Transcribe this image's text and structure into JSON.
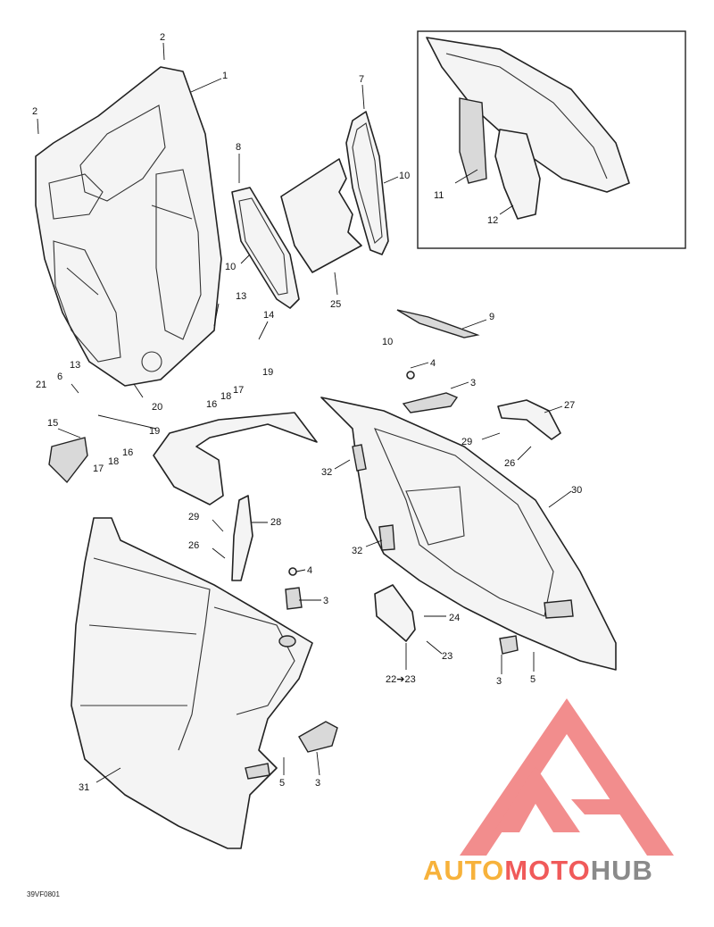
{
  "figure": {
    "reference_code": "39VF0801"
  },
  "callouts": [
    {
      "id": "c1",
      "text": "1"
    },
    {
      "id": "c2a",
      "text": "2"
    },
    {
      "id": "c2b",
      "text": "2"
    },
    {
      "id": "c3a",
      "text": "3"
    },
    {
      "id": "c3b",
      "text": "3"
    },
    {
      "id": "c3c",
      "text": "3"
    },
    {
      "id": "c3d",
      "text": "3"
    },
    {
      "id": "c4a",
      "text": "4"
    },
    {
      "id": "c4b",
      "text": "4"
    },
    {
      "id": "c5a",
      "text": "5"
    },
    {
      "id": "c5b",
      "text": "5"
    },
    {
      "id": "c6",
      "text": "6"
    },
    {
      "id": "c7",
      "text": "7"
    },
    {
      "id": "c8",
      "text": "8"
    },
    {
      "id": "c9",
      "text": "9"
    },
    {
      "id": "c10a",
      "text": "10"
    },
    {
      "id": "c10b",
      "text": "10"
    },
    {
      "id": "c10c",
      "text": "10"
    },
    {
      "id": "c11",
      "text": "11"
    },
    {
      "id": "c12",
      "text": "12"
    },
    {
      "id": "c13a",
      "text": "13"
    },
    {
      "id": "c13b",
      "text": "13"
    },
    {
      "id": "c14",
      "text": "14"
    },
    {
      "id": "c15",
      "text": "15"
    },
    {
      "id": "c16a",
      "text": "16"
    },
    {
      "id": "c16b",
      "text": "16"
    },
    {
      "id": "c17a",
      "text": "17"
    },
    {
      "id": "c17b",
      "text": "17"
    },
    {
      "id": "c18a",
      "text": "18"
    },
    {
      "id": "c18b",
      "text": "18"
    },
    {
      "id": "c19a",
      "text": "19"
    },
    {
      "id": "c19b",
      "text": "19"
    },
    {
      "id": "c20",
      "text": "20"
    },
    {
      "id": "c21",
      "text": "21"
    },
    {
      "id": "c22",
      "text": "22➔23"
    },
    {
      "id": "c23",
      "text": "23"
    },
    {
      "id": "c24",
      "text": "24"
    },
    {
      "id": "c25",
      "text": "25"
    },
    {
      "id": "c26a",
      "text": "26"
    },
    {
      "id": "c26b",
      "text": "26"
    },
    {
      "id": "c27",
      "text": "27"
    },
    {
      "id": "c28",
      "text": "28"
    },
    {
      "id": "c29a",
      "text": "29"
    },
    {
      "id": "c29b",
      "text": "29"
    },
    {
      "id": "c30",
      "text": "30"
    },
    {
      "id": "c31",
      "text": "31"
    },
    {
      "id": "c32a",
      "text": "32"
    },
    {
      "id": "c32b",
      "text": "32"
    }
  ],
  "watermark": {
    "part1": "AUTO",
    "part2": "MOTO",
    "part3": "HUB",
    "color_light": "#f7b23b",
    "color_mid": "#f05a5a",
    "color_dark": "#8a8a8a",
    "logo_color": "#f07a7a"
  }
}
